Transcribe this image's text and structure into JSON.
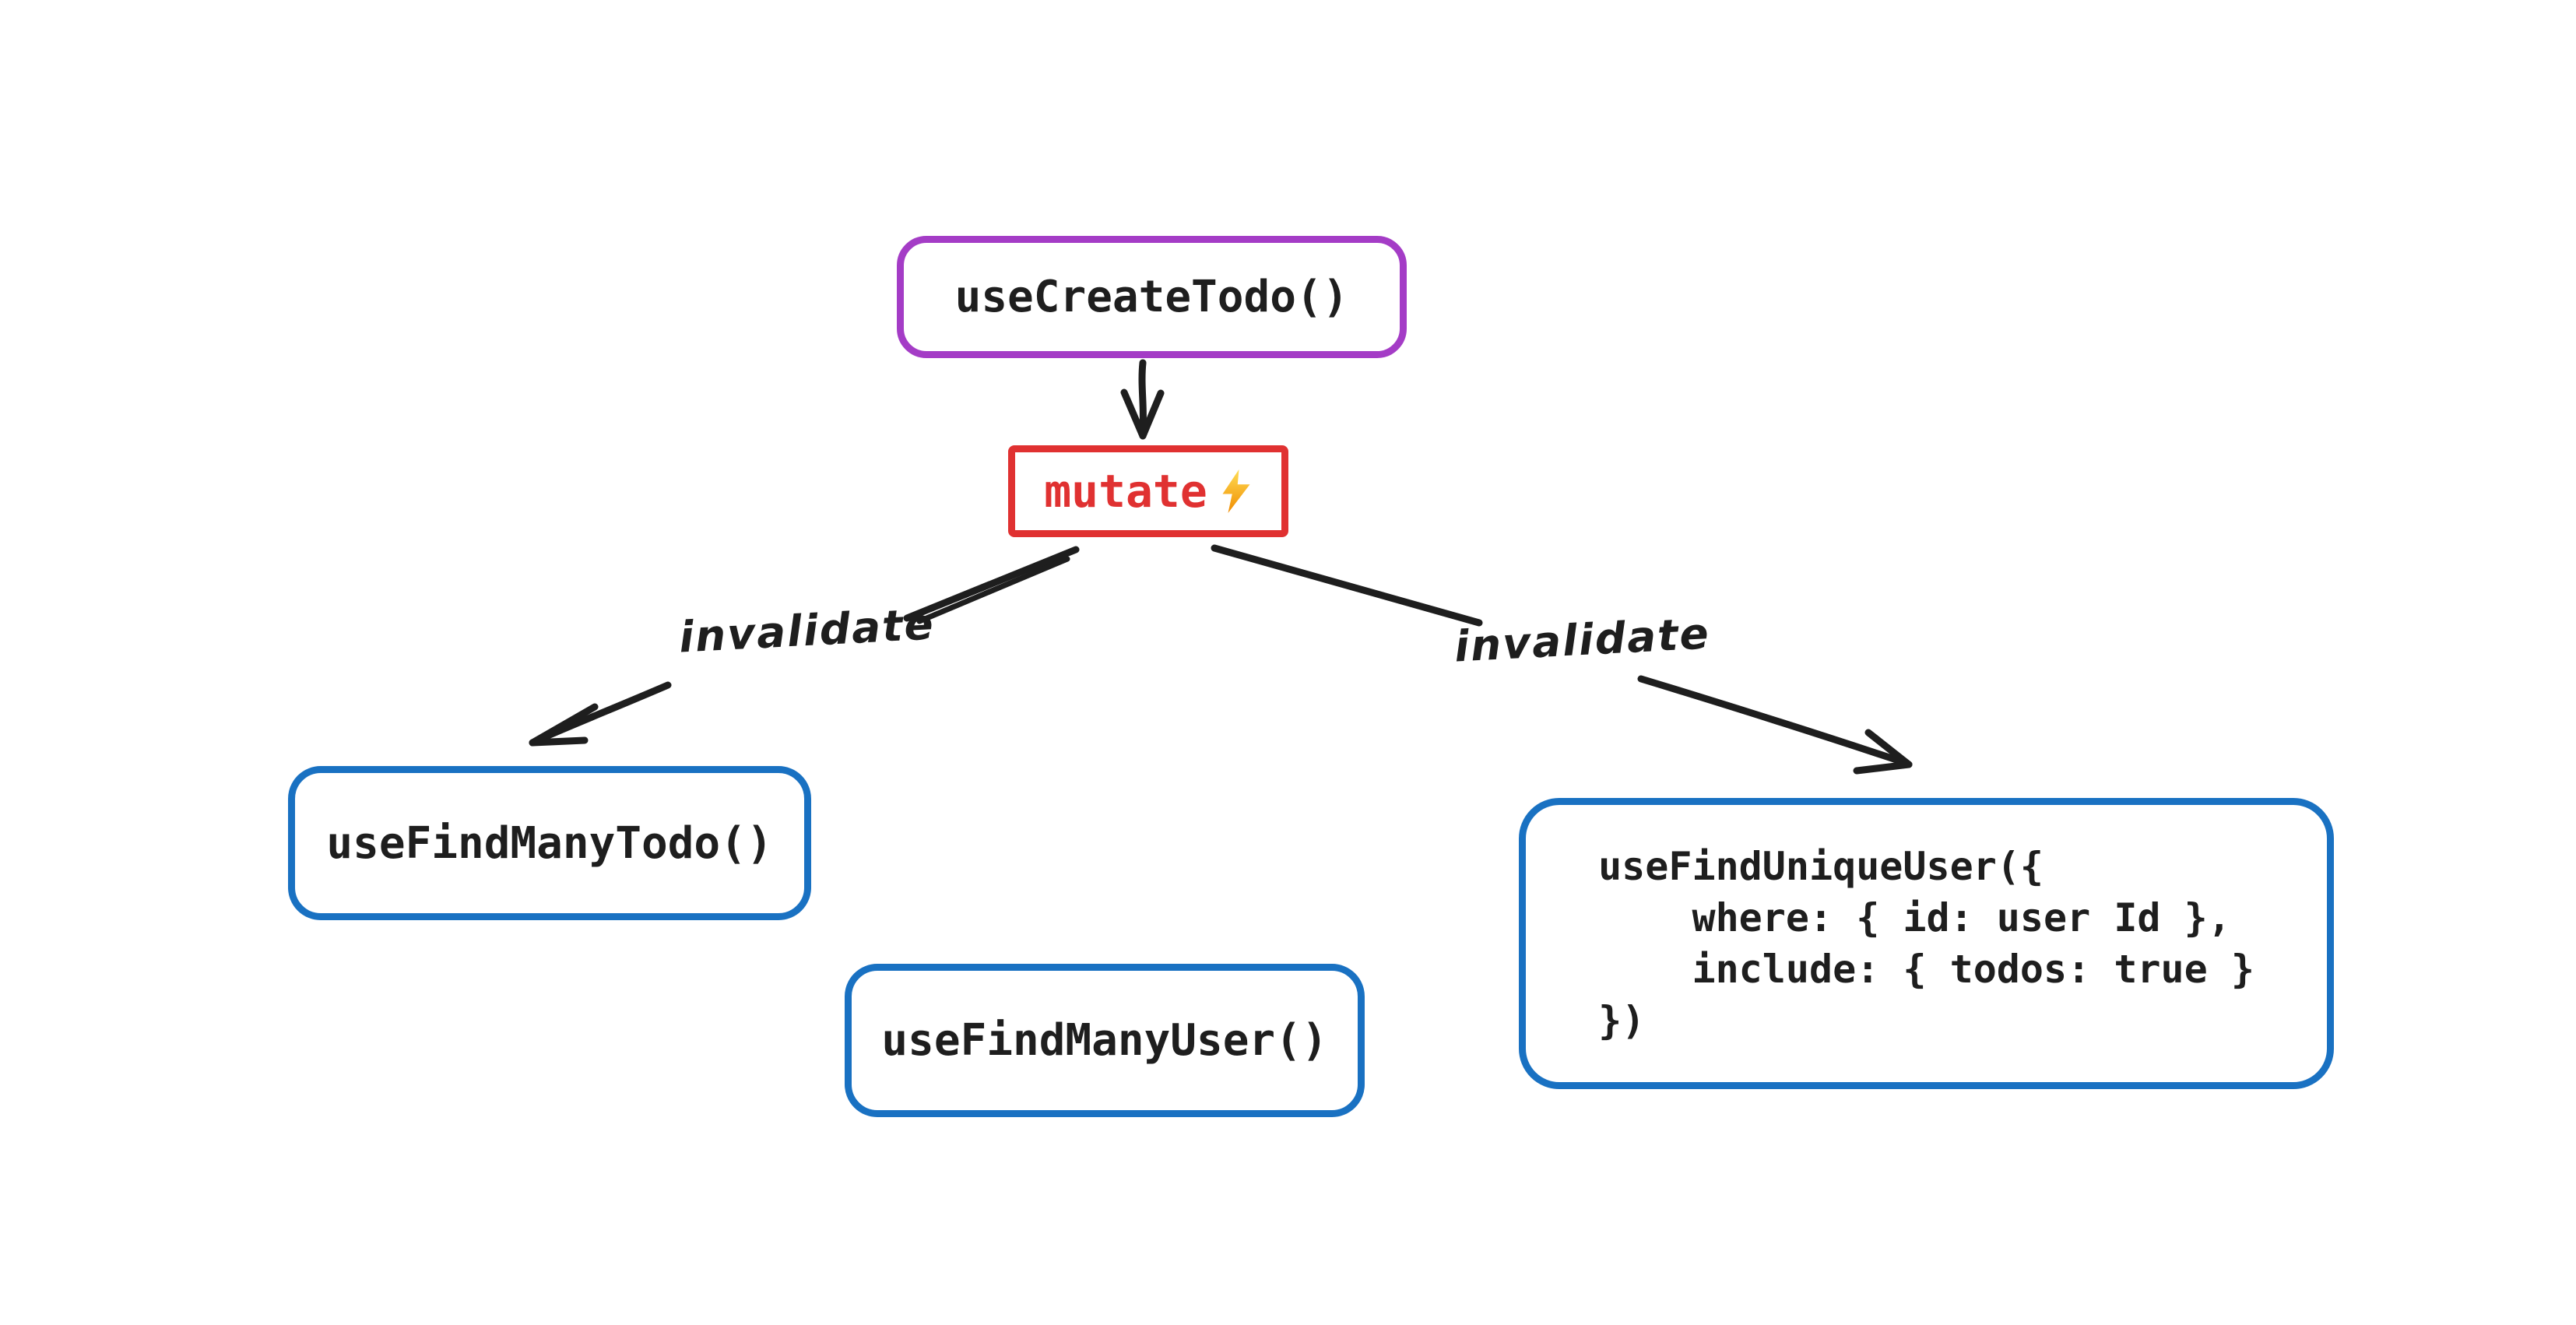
{
  "colors": {
    "purple": "#a43cc6",
    "red": "#e03131",
    "blue": "#1971c2",
    "ink": "#1e1e1e",
    "background": "#ffffff",
    "bolt-top": "#ffdd55",
    "bolt-bottom": "#f08c00"
  },
  "nodes": {
    "create_todo": {
      "label": "useCreateTodo()"
    },
    "mutate": {
      "label": "mutate",
      "icon": "lightning-bolt"
    },
    "find_many_todo": {
      "label": "useFindManyTodo()"
    },
    "find_many_user": {
      "label": "useFindManyUser()"
    },
    "find_unique_user": {
      "code": "useFindUniqueUser({\n    where: { id: user Id },\n    include: { todos: true }\n})"
    }
  },
  "edges": {
    "create_to_mutate": {
      "label": ""
    },
    "mutate_to_find_many_todo": {
      "label": "invalidate"
    },
    "mutate_to_find_unique_user": {
      "label": "invalidate"
    }
  }
}
